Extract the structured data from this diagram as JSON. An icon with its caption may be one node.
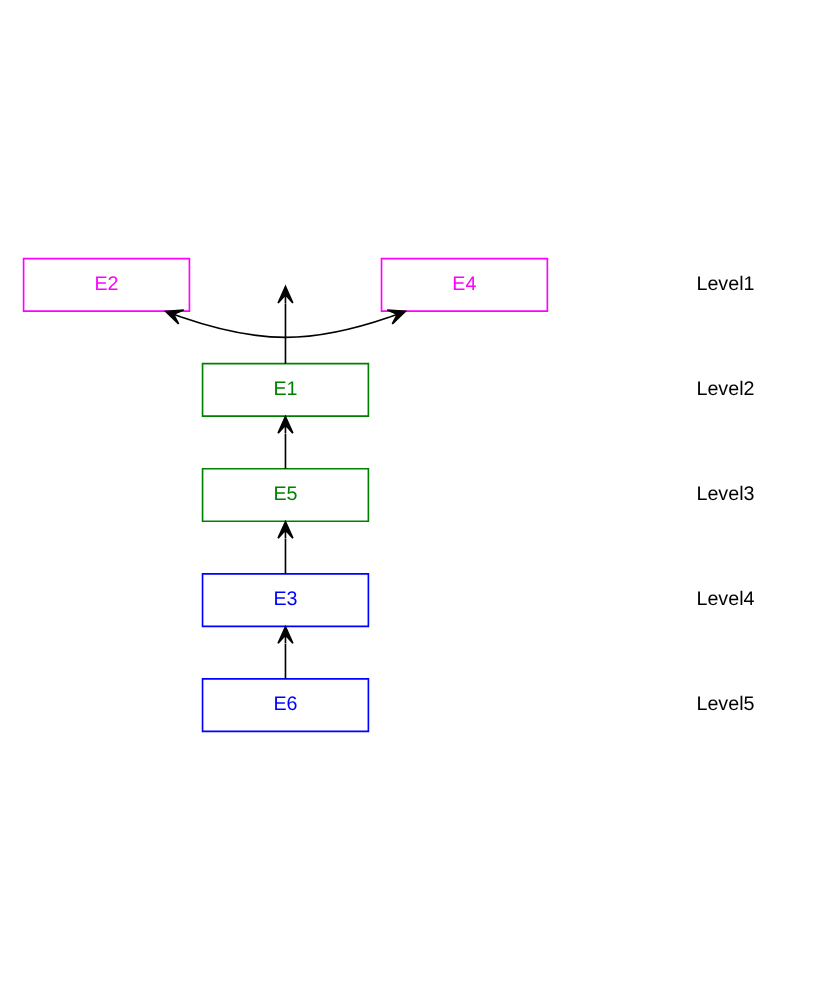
{
  "diagram": {
    "nodes": [
      {
        "text": [
          "E2"
        ]
      },
      {
        "text": [
          "E4"
        ]
      },
      {
        "text": [
          "E1"
        ]
      },
      {
        "text": [
          "E5"
        ]
      },
      {
        "text": [
          "E3"
        ]
      },
      {
        "text": [
          "E6"
        ]
      }
    ],
    "edges": [
      {
        "from": 0,
        "to": 1,
        "arrow": "both"
      },
      {
        "from": 2,
        "to": null,
        "arrow": "to"
      },
      {
        "from": 3,
        "to": 2,
        "arrow": "to"
      },
      {
        "from": 4,
        "to": 3,
        "arrow": "to"
      },
      {
        "from": 5,
        "to": 4,
        "arrow": "to"
      }
    ],
    "labels": [
      "Level1",
      "Level2",
      "Level3",
      "Level4",
      "Level5"
    ]
  }
}
